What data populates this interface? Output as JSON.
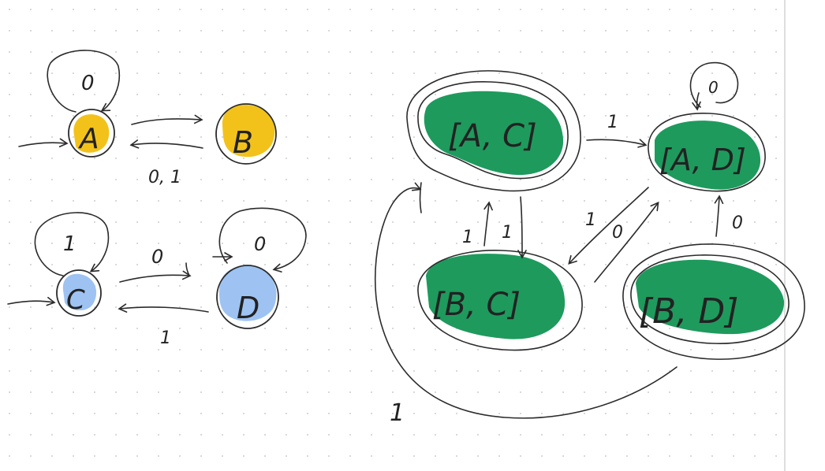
{
  "colors": {
    "ink": "#2b2b2b",
    "yellow": "#f2c21b",
    "blue": "#9ec3f2",
    "green": "#1e9a5d",
    "grid_dot": "#c9cdd1",
    "page_edge": "#d4d4d4"
  },
  "nfa_top": {
    "state_a": "A",
    "state_b": "B",
    "loop_a_label": "0",
    "edge_ab_label": "",
    "edge_ba_label": "0, 1"
  },
  "nfa_bottom": {
    "state_c": "C",
    "state_d": "D",
    "loop_c_label": "1",
    "loop_d_label": "0",
    "edge_cd_label": "0",
    "edge_dc_label": "1"
  },
  "product": {
    "state_ac": "[A, C]",
    "state_ad": "[A, D]",
    "state_bc": "[B, C]",
    "state_bd": "[B, D]",
    "loop_ad_label": "0",
    "edge_ac_ad_label": "1",
    "edge_ac_bc_label": "1",
    "edge_bc_ac_label": "1",
    "edge_diag_label_1": "1",
    "edge_diag_label_0": "0",
    "edge_bd_ad_label": "0",
    "edge_bd_ac_label": "1"
  }
}
